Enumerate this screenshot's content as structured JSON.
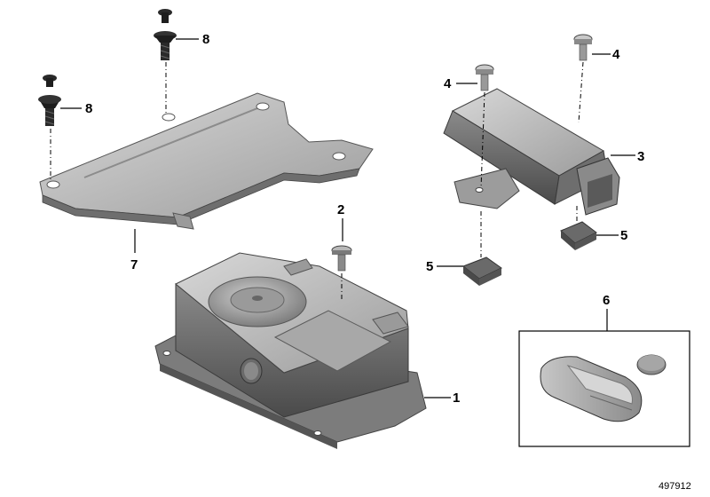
{
  "diagram": {
    "reference_number": "497912",
    "part_labels": {
      "p1": "1",
      "p2": "2",
      "p3": "3",
      "p4a": "4",
      "p4b": "4",
      "p5a": "5",
      "p5b": "5",
      "p6": "6",
      "p7": "7",
      "p8a": "8",
      "p8b": "8"
    },
    "parts": {
      "p1": "alarm-siren",
      "p2": "screw",
      "p3": "control-unit",
      "p4": "screw",
      "p5": "clip-nut",
      "p6": "key-fob-with-battery",
      "p7": "bracket",
      "p8": "expanding-rivet"
    }
  }
}
